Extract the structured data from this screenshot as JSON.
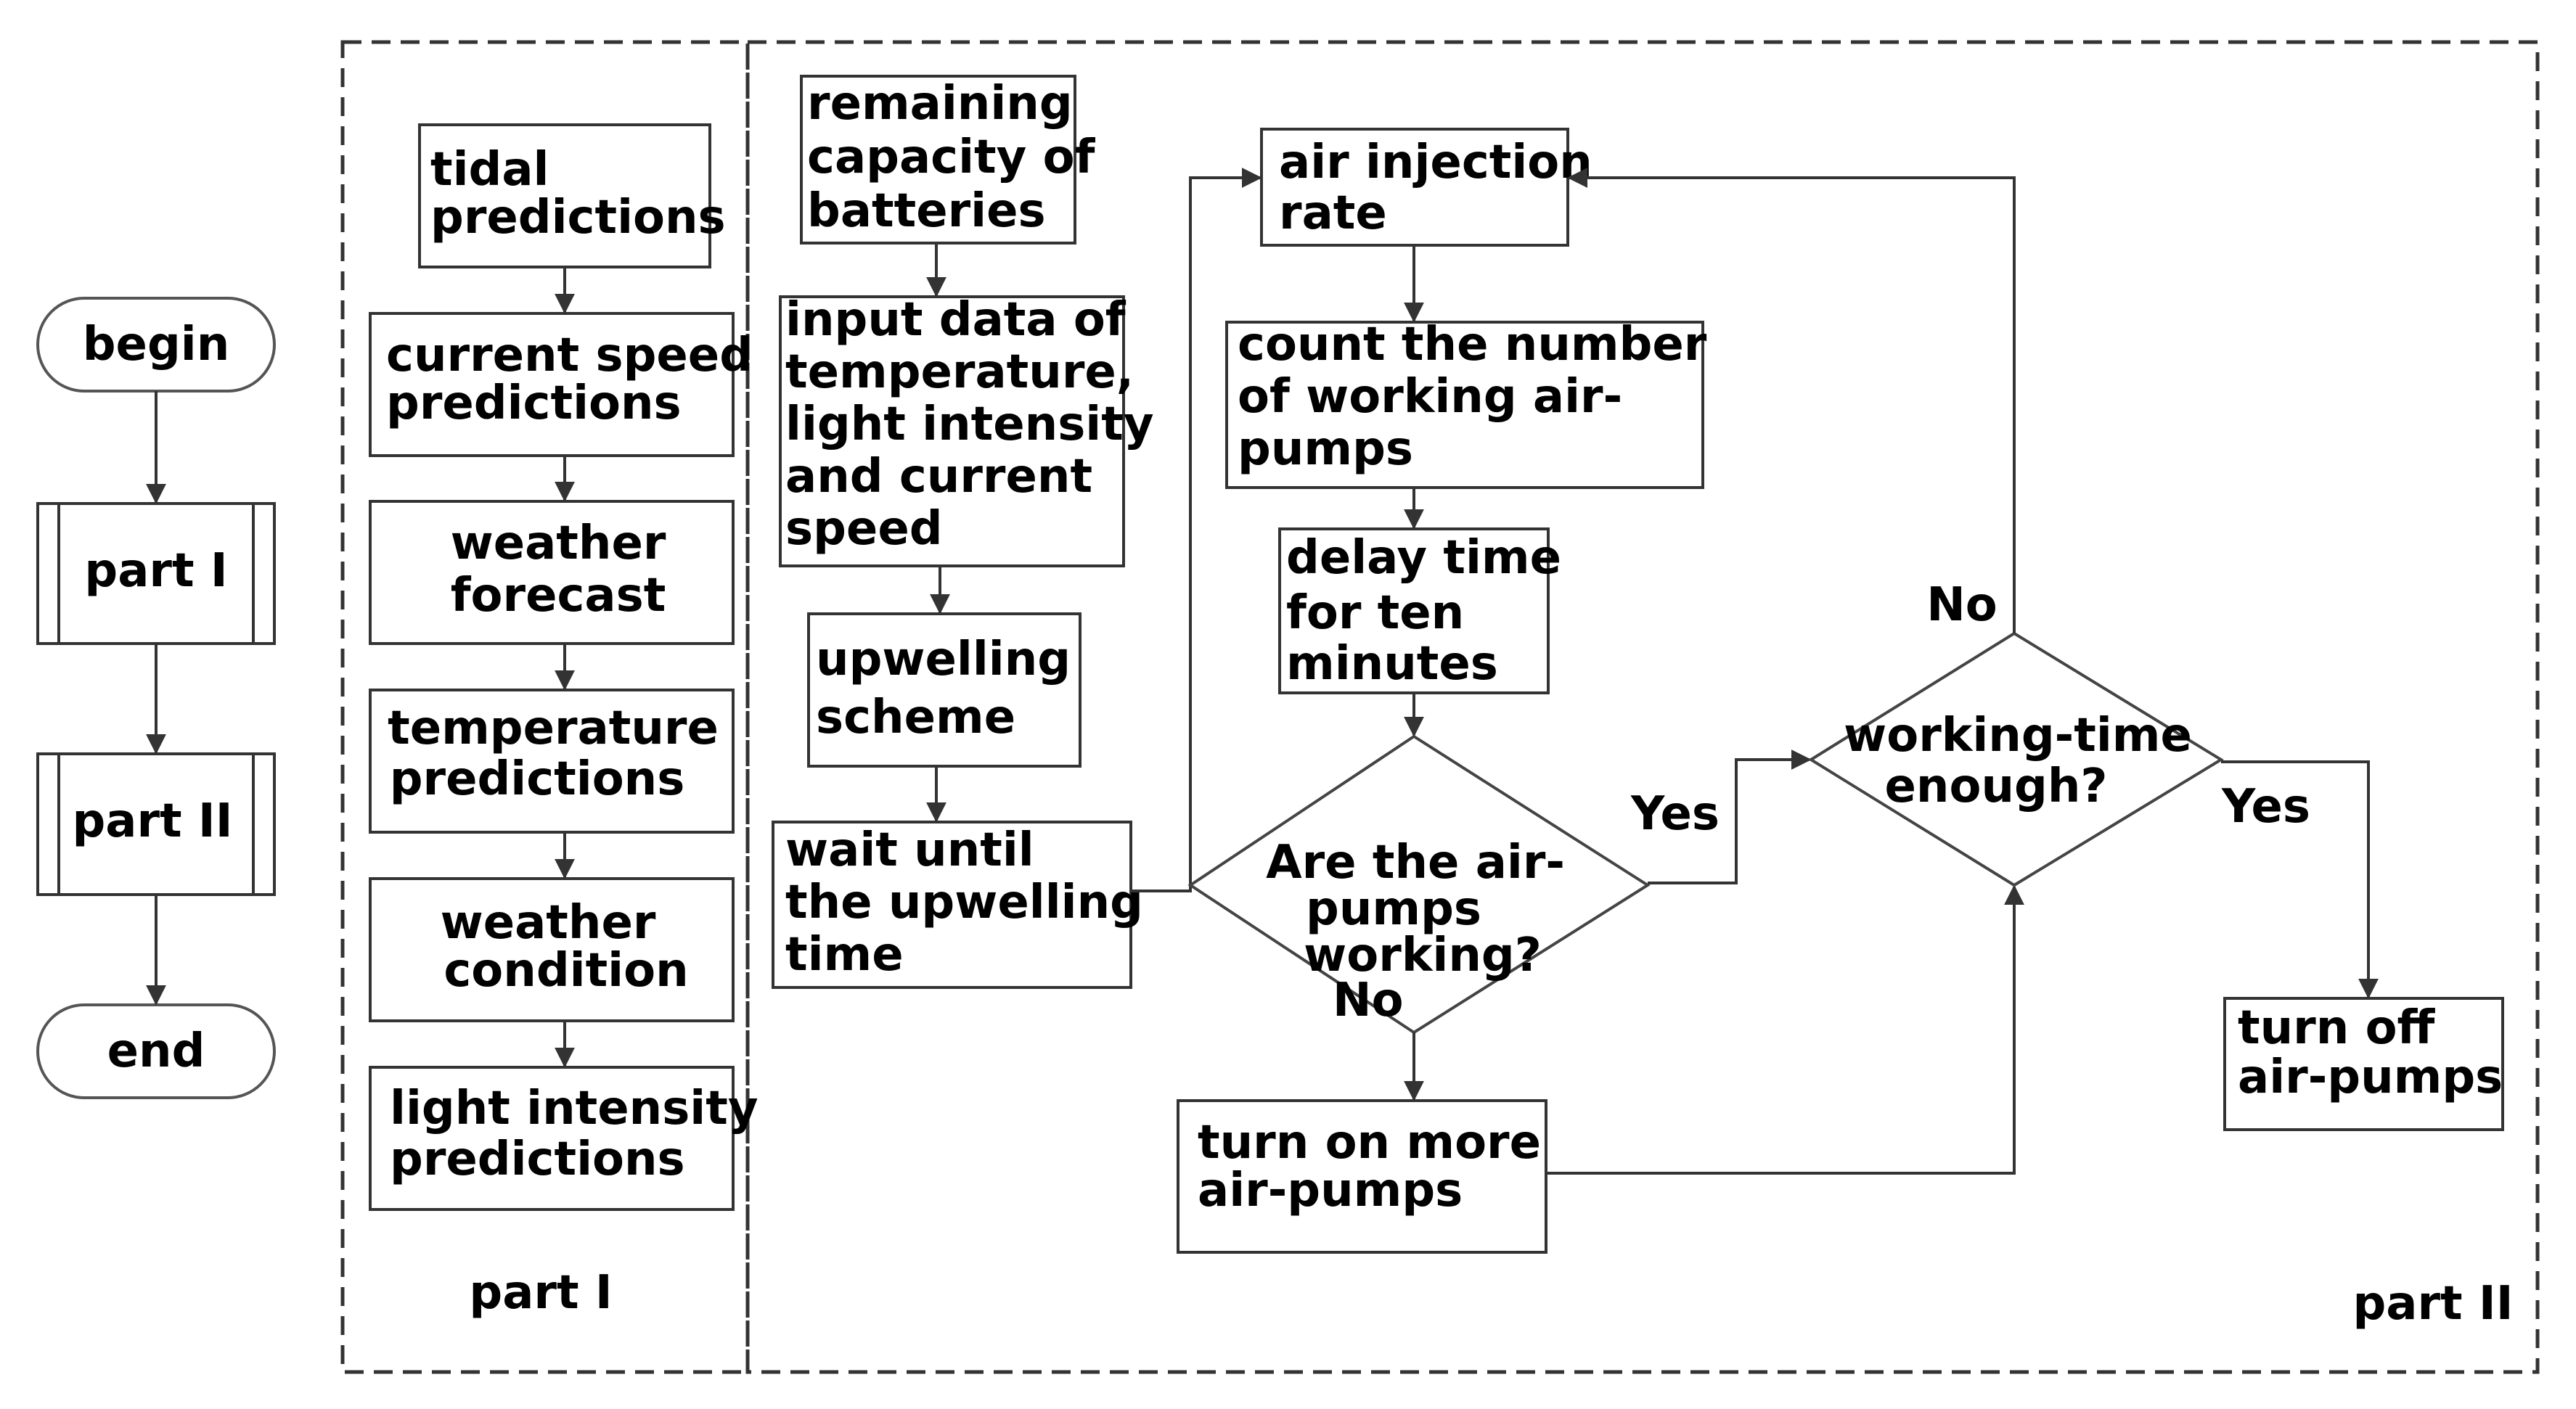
{
  "overview": {
    "begin": "begin",
    "part1": "part I",
    "part2": "part II",
    "end": "end"
  },
  "part1": {
    "label": "part I",
    "steps": [
      [
        "tidal",
        "predictions"
      ],
      [
        "current speed",
        "predictions"
      ],
      [
        "weather",
        "forecast"
      ],
      [
        "temperature",
        "predictions"
      ],
      [
        "weather",
        "condition"
      ],
      [
        "light intensity",
        "predictions"
      ]
    ]
  },
  "part2": {
    "label": "part II",
    "nodes": {
      "remaining_capacity": [
        "remaining",
        "capacity of",
        "batteries"
      ],
      "input_data": [
        "input data of",
        "temperature,",
        "light intensity",
        "and current",
        "speed"
      ],
      "upwelling_scheme": [
        "upwelling",
        "scheme"
      ],
      "wait_until": [
        "wait until",
        "the upwelling",
        "time"
      ],
      "air_injection": [
        "air injection",
        "rate"
      ],
      "count_pumps": [
        "count the number",
        "of working air-",
        "pumps"
      ],
      "delay_time": [
        "delay time",
        "for ten",
        "minutes"
      ],
      "pumps_working": [
        "Are the air-",
        "pumps",
        "working?"
      ],
      "turn_on_more": [
        "turn on more",
        "air-pumps"
      ],
      "working_time": [
        "working-time",
        "enough?"
      ],
      "turn_off": [
        "turn off",
        "air-pumps"
      ]
    },
    "edge_labels": {
      "pumps_yes": "Yes",
      "pumps_no": "No",
      "time_no": "No",
      "time_yes": "Yes"
    }
  },
  "colors": {
    "stroke": "#333333",
    "background": "#ffffff",
    "text": "#000000"
  }
}
